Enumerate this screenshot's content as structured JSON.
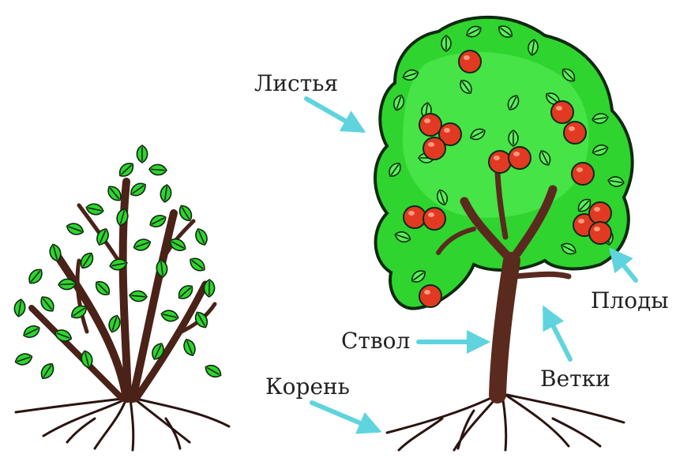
{
  "labels": {
    "leaves": "Листья",
    "fruits": "Плоды",
    "trunk": "Ствол",
    "branches": "Ветки",
    "root": "Корень"
  },
  "colors": {
    "foliage": "#2fd42f",
    "foliage_highlight": "#5af05a",
    "outline": "#0e2a0e",
    "bark": "#5a2a1e",
    "root": "#2a1410",
    "fruit": "#e23a22",
    "arrow": "#5fd4de",
    "label_text": "#222222"
  }
}
